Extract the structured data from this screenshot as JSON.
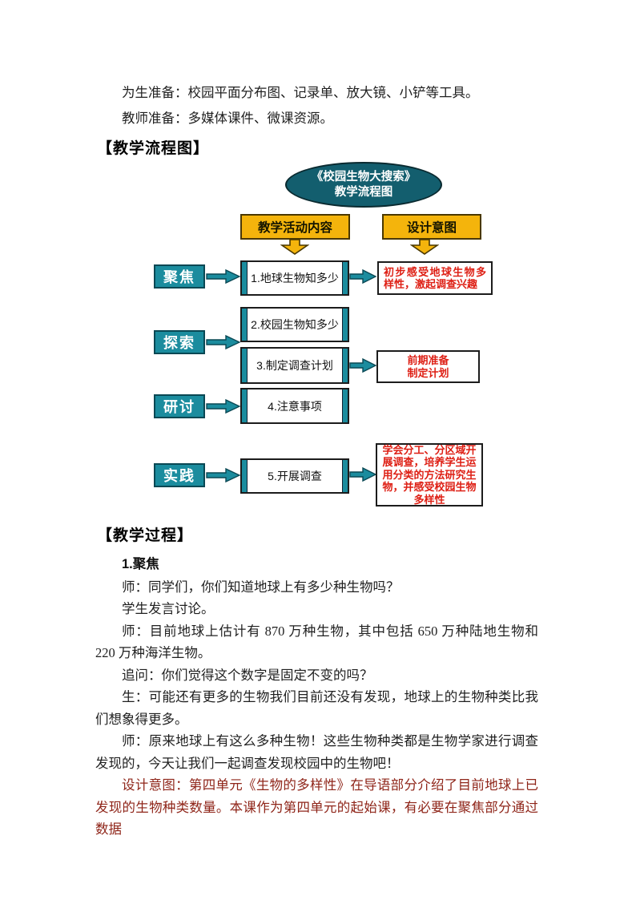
{
  "document": {
    "prep_students": "为生准备：校园平面分布图、记录单、放大镜、小铲等工具。",
    "prep_teacher": "教师准备：多媒体课件、微课资源。",
    "flowchart_heading": "【教学流程图】",
    "process_heading": "【教学过程】"
  },
  "flowchart": {
    "title_line1": "《校园生物大搜索》",
    "title_line2": "教学流程图",
    "column_headers": {
      "activities": "教学活动内容",
      "intent": "设计意图"
    },
    "stages": [
      {
        "label": "聚焦"
      },
      {
        "label": "探索"
      },
      {
        "label": "研讨"
      },
      {
        "label": "实践"
      }
    ],
    "steps": [
      {
        "label": "1.地球生物知多少"
      },
      {
        "label": "2.校园生物知多少"
      },
      {
        "label": "3.制定调查计划"
      },
      {
        "label": "4.注意事项"
      },
      {
        "label": "5.开展调查"
      }
    ],
    "intents": [
      {
        "text": "初步感受地球生物多样性，激起调查兴趣"
      },
      {
        "text": "前期准备\n制定计划"
      },
      {
        "text": "学会分工、分区域开展调查，培养学生运用分类的方法研究生物，并感受校园生物多样性"
      }
    ],
    "colors": {
      "teal": "#1B8C9E",
      "teal_dark": "#0A4854",
      "ellipse_teal": "#135E6E",
      "header_yellow": "#F4B40C",
      "intent_red": "#DE1F14",
      "design_intent_dark_red": "#8F2519"
    }
  },
  "process": {
    "step_title": "1.聚焦",
    "paragraphs": [
      {
        "text": "师：同学们，你们知道地球上有多少种生物吗？"
      },
      {
        "text": "学生发言讨论。"
      },
      {
        "text": "师：目前地球上估计有 870 万种生物，其中包括 650 万种陆地生物和 220 万种海洋生物。"
      },
      {
        "text": "追问：你们觉得这个数字是固定不变的吗？"
      },
      {
        "text": "生：可能还有更多的生物我们目前还没有发现，地球上的生物种类比我们想象得更多。"
      },
      {
        "text": "师：原来地球上有这么多种生物！这些生物种类都是生物学家进行调查发现的，今天让我们一起调查发现校园中的生物吧！"
      },
      {
        "text": "设计意图：第四单元《生物的多样性》在导语部分介绍了目前地球上已发现的生物种类数量。本课作为第四单元的起始课，有必要在聚焦部分通过数据"
      }
    ]
  }
}
